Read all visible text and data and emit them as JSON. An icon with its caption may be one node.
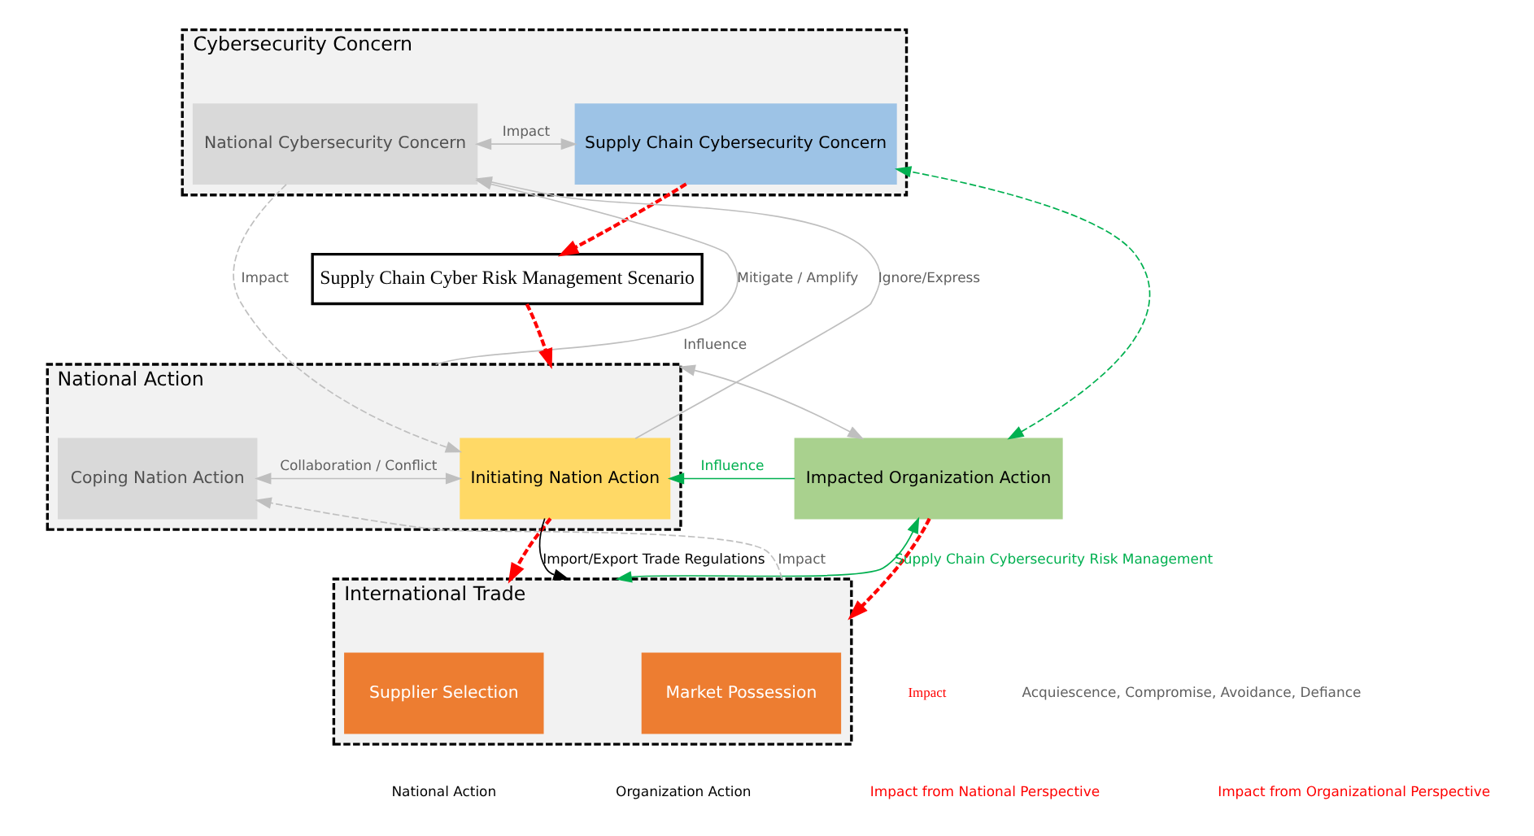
{
  "diagram": {
    "nodes": [
      {
        "text": [
          "Cybersecurity Concern"
        ]
      },
      {
        "text": [
          "National Cybersecurity Concern"
        ],
        "in": 0
      },
      {
        "text": [
          "Supply Chain Cybersecurity Concern"
        ],
        "in": 0
      },
      {
        "text": [
          "National Action"
        ]
      },
      {
        "text": [
          "Coping Nation Action"
        ],
        "in": 3
      },
      {
        "text": [
          "Initiating Nation Action"
        ],
        "in": 3
      },
      {
        "text": [
          "Supply Chain Cyber Risk Management Scenario"
        ]
      },
      {
        "text": [
          "Impacted Organization Action"
        ]
      },
      {
        "text": [
          "International Trade"
        ]
      },
      {
        "text": [
          "Supplier Selection"
        ],
        "in": 8
      },
      {
        "text": [
          "Market Possession"
        ],
        "in": 8
      }
    ],
    "edges": [
      {
        "from": 3,
        "to": 1,
        "arrow": "to",
        "label": "Mitigate / Amplify"
      },
      {
        "from": 1,
        "to": 5,
        "arrow": "to",
        "label": "Impact",
        "style": "dashed"
      },
      {
        "from": 5,
        "to": 1,
        "arrow": "to",
        "label": "Ignore/Express"
      },
      {
        "from": 4,
        "to": 5,
        "arrow": "both",
        "label": "Collaboration / Conflict"
      },
      {
        "from": 1,
        "to": 2,
        "arrow": "both",
        "label": "Impact"
      },
      {
        "from": 7,
        "to": 2,
        "arrow": "both",
        "style": "dashed",
        "color": "#00b050"
      },
      {
        "from": 2,
        "to": 6,
        "arrow": "to",
        "style": "dashed",
        "color": "#ff0000"
      },
      {
        "from": 6,
        "to": 3,
        "arrow": "to",
        "style": "dashed",
        "color": "#ff0000"
      },
      {
        "from": 5,
        "to": 8,
        "arrow": "to",
        "style": "dashed",
        "color": "#ff0000"
      },
      {
        "from": 7,
        "to": 8,
        "arrow": "to",
        "style": "dashed",
        "color": "#ff0000"
      },
      {
        "from": 7,
        "to": 5,
        "arrow": "to",
        "label": "Influence",
        "color": "#00b050"
      },
      {
        "from": 5,
        "to": 8,
        "arrow": "to",
        "label": "Import/Export Trade Regulations",
        "color": "#000000"
      },
      {
        "from": 8,
        "to": 7,
        "arrow": "both",
        "label": "Supply Chain Cybersecurity Risk Management",
        "color": "#00b050"
      },
      {
        "from": 8,
        "to": 4,
        "arrow": "to",
        "label": "Impact",
        "style": "dashed"
      },
      {
        "from": 7,
        "to": 3,
        "arrow": "both",
        "label": "Influence"
      }
    ],
    "labels": [
      "Impact",
      "Acquiescence, Compromise, Avoidance, Defiance"
    ],
    "legend": [
      {
        "text": "National Action"
      },
      {
        "text": "Organization Action"
      },
      {
        "text": "Impact from National Perspective"
      },
      {
        "text": "Impact from Organizational Perspective"
      }
    ]
  }
}
